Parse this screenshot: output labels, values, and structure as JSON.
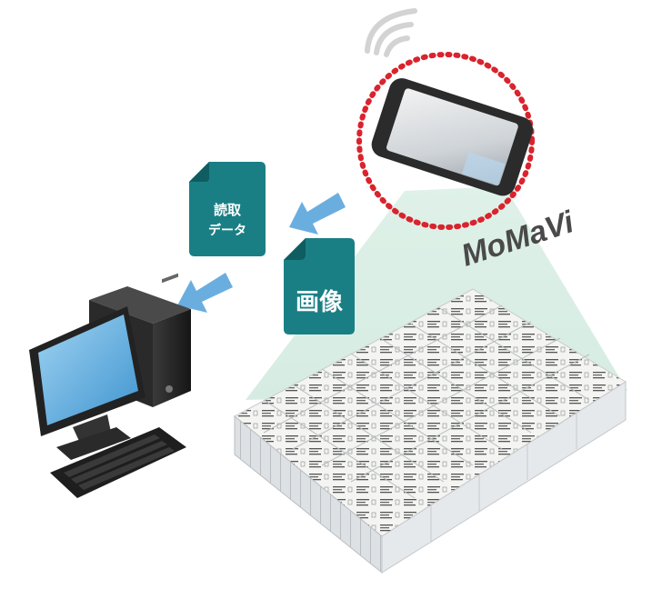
{
  "brand": {
    "name": "MoMaVi"
  },
  "documents": {
    "read_data": {
      "line1": "読取",
      "line2": "データ"
    },
    "image": {
      "label": "画像"
    }
  },
  "colors": {
    "doc_teal": "#1a7f84",
    "arrow_blue": "#6aaee0",
    "highlight_red": "#d9232d",
    "beam": "#cde9dc",
    "monitor_screen": "#5fb0e2"
  },
  "icons": {
    "wifi": "wifi-icon",
    "phone": "smartphone-icon",
    "computer": "desktop-computer-icon",
    "stack": "document-stack-icon"
  }
}
